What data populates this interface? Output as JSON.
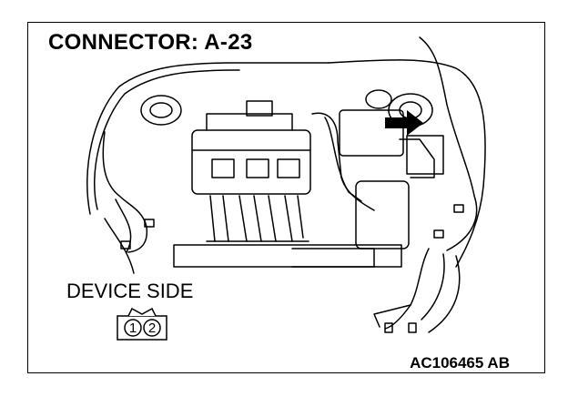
{
  "title": "CONNECTOR: A-23",
  "device_side_label": "DEVICE SIDE",
  "figure_code": "AC106465 AB",
  "connector_pins": [
    "1",
    "2"
  ],
  "colors": {
    "line": "#000000",
    "background": "#ffffff",
    "arrow": "#000000"
  }
}
